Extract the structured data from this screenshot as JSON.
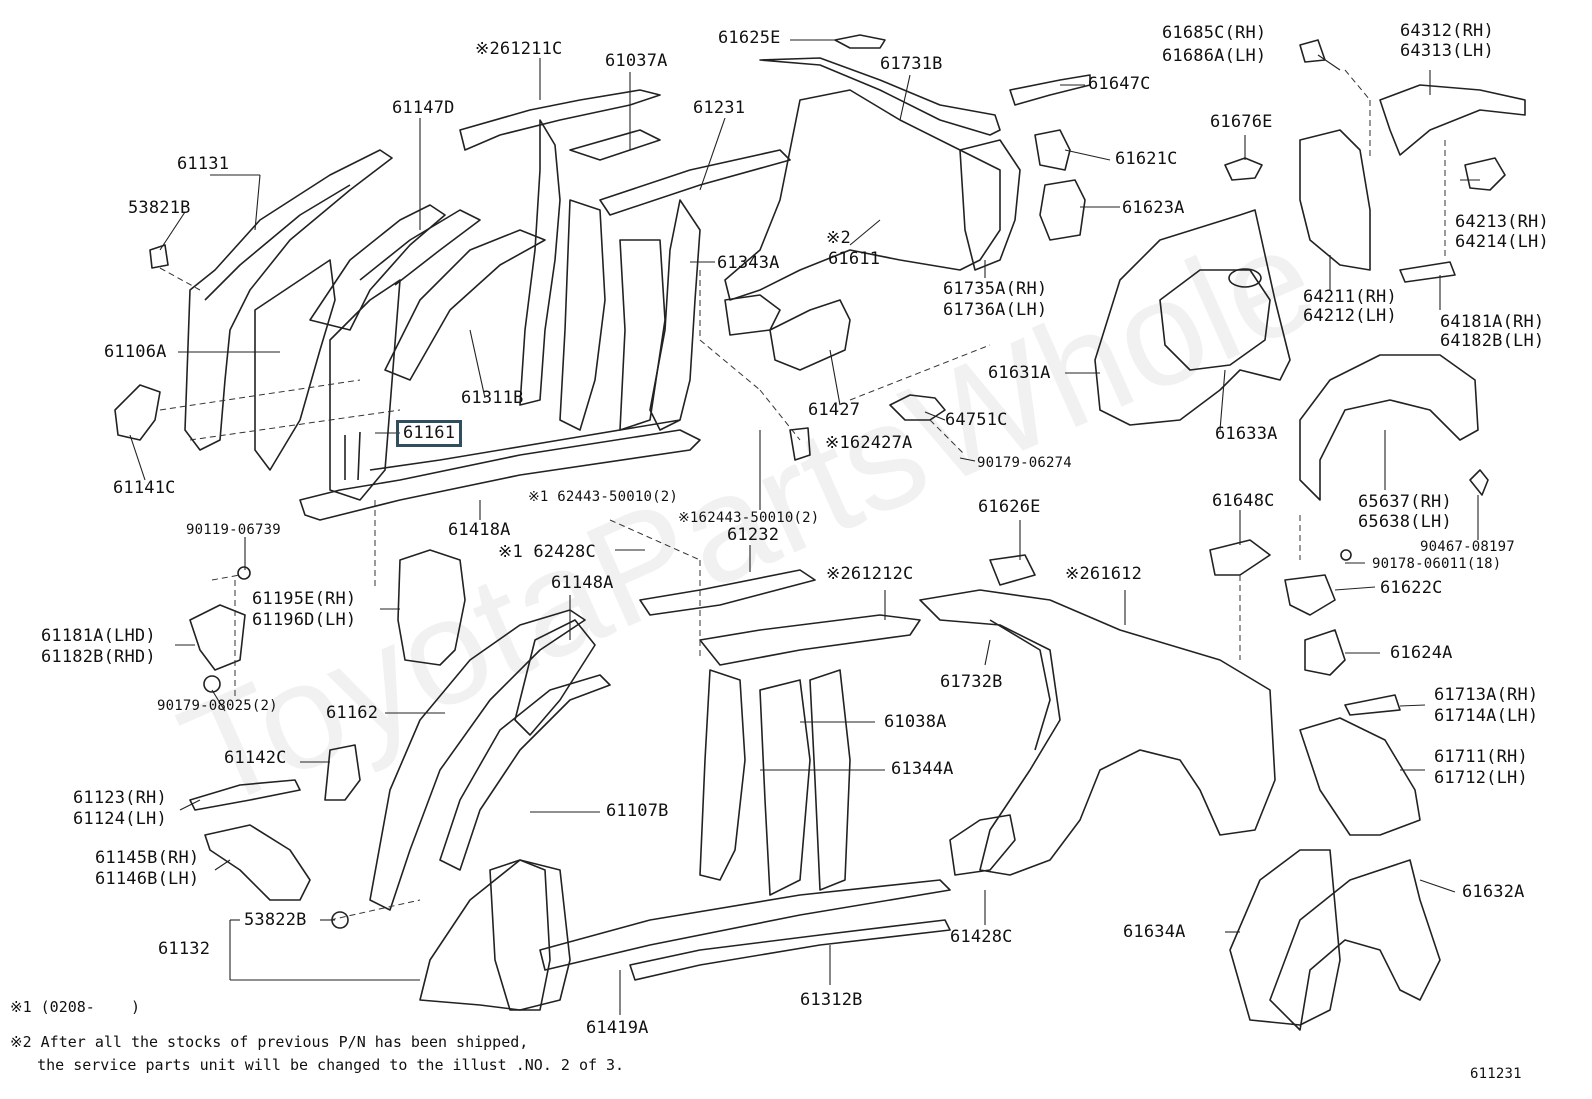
{
  "watermark": "ToyotaPartsWhole",
  "highlighted_part": "61161",
  "labels": [
    "※261211C",
    "61037A",
    "61625E",
    "61731B",
    "61685C(RH)",
    "61686A(LH)",
    "64312(RH)",
    "64313(LH)",
    "61147D",
    "61231",
    "61647C",
    "61676E",
    "61131",
    "53821B",
    "61343A",
    "61621C",
    "61623A",
    "64213(RH)",
    "64214(LH)",
    "※2",
    "61611",
    "61735A(RH)",
    "61736A(LH)",
    "64211(RH)",
    "64212(LH)",
    "64181A(RH)",
    "64182B(LH)",
    "61106A",
    "61311B",
    "61631A",
    "61427",
    "64751C",
    "61161",
    "※162427A",
    "61633A",
    "90179-06274",
    "61141C",
    "65637(RH)",
    "65638(LH)",
    "※1 62443-50010(2)",
    "※162443-50010(2)",
    "61626E",
    "61648C",
    "90467-08197",
    "90119-06739",
    "61418A",
    "※1 62428C",
    "61232",
    "90178-06011(18)",
    "※261212C",
    "※261612",
    "61622C",
    "61195E(RH)",
    "61196D(LH)",
    "61148A",
    "61181A(LHD)",
    "61182B(RHD)",
    "61624A",
    "61732B",
    "61162",
    "61038A",
    "61713A(RH)",
    "61714A(LH)",
    "90179-08025(2)",
    "61142C",
    "61344A",
    "61711(RH)",
    "61712(LH)",
    "61123(RH)",
    "61124(LH)",
    "61107B",
    "61145B(RH)",
    "61146B(LH)",
    "61632A",
    "53822B",
    "61634A",
    "61428C",
    "61132",
    "61312B",
    "61419A"
  ],
  "notes": {
    "n1": "※1 (0208-    )",
    "n2a": "※2 After all the stocks of previous P/N has been shipped,",
    "n2b": "   the service parts unit will be changed to the illust .NO. 2 of 3."
  },
  "figure_id": "611231"
}
